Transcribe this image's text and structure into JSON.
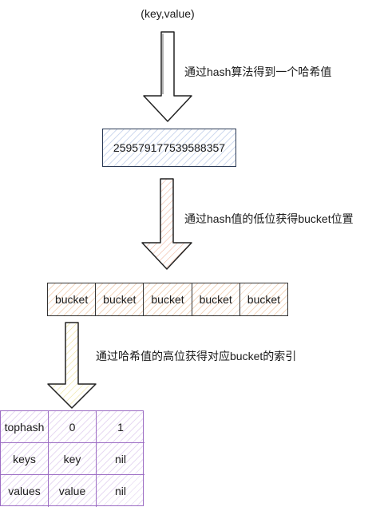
{
  "input_label": "(key,value)",
  "steps": [
    {
      "text": "通过hash算法得到一个哈希值"
    },
    {
      "text": "通过hash值的低位获得bucket位置"
    },
    {
      "text": "通过哈希值的高位获得对应bucket的索引"
    }
  ],
  "hash_value": "259579177539588357",
  "buckets": [
    "bucket",
    "bucket",
    "bucket",
    "bucket",
    "bucket"
  ],
  "table": {
    "rows": [
      [
        "tophash",
        "0",
        "1"
      ],
      [
        "keys",
        "key",
        "nil"
      ],
      [
        "values",
        "value",
        "nil"
      ]
    ]
  },
  "colors": {
    "arrow1_fill": "#ffffff",
    "arrow2_fill": "#fbe3d8",
    "arrow3_fill": "#fdf9d3",
    "hash_box_fill": "#e8eef8",
    "bucket_fill": "#fbe3cf",
    "table_border": "#9b6bc3"
  }
}
